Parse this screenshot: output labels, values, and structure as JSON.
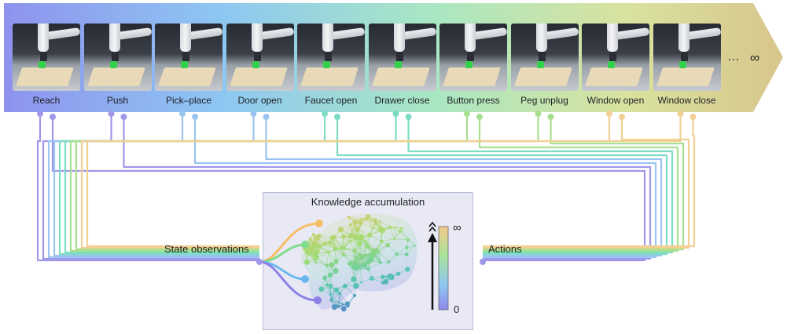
{
  "tasks": [
    {
      "label": "Reach"
    },
    {
      "label": "Push"
    },
    {
      "label": "Pick–place"
    },
    {
      "label": "Door open"
    },
    {
      "label": "Faucet open"
    },
    {
      "label": "Drawer close"
    },
    {
      "label": "Button press"
    },
    {
      "label": "Peg unplug"
    },
    {
      "label": "Window open"
    },
    {
      "label": "Window close"
    }
  ],
  "ellipsis": "…",
  "infinity_symbol": "∞",
  "panel": {
    "title": "Knowledge accumulation",
    "bar_max": "∞",
    "bar_min": "0"
  },
  "state_observations_label": "State observations",
  "actions_label": "Actions",
  "colors": {
    "banner_gradient": [
      "#8e93ee",
      "#8ec7f2",
      "#a9e7c3",
      "#d9e29e",
      "#d8c68c"
    ],
    "wire_palette": [
      "#9f97ea",
      "#9bc4f0",
      "#7ddcc4",
      "#a9e08f",
      "#f2cf92"
    ],
    "node_colors": [
      "#f5bd66",
      "#7edc8a",
      "#6bb8ef",
      "#8d80e6"
    ],
    "panel_bg": "#e9e9f6"
  }
}
